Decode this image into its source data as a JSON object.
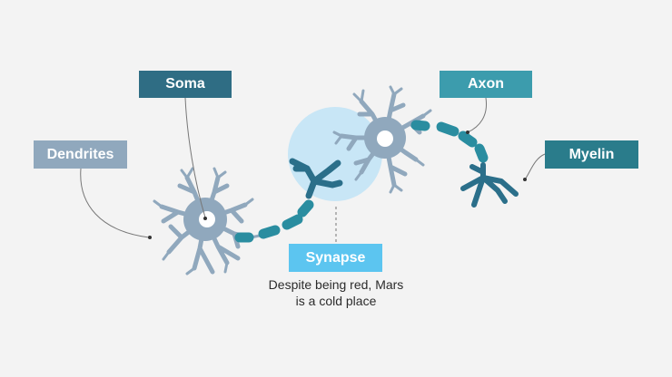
{
  "labels": {
    "soma": "Soma",
    "dendrites": "Dendrites",
    "axon": "Axon",
    "myelin": "Myelin",
    "synapse": "Synapse"
  },
  "caption_line1": "Despite being red, Mars",
  "caption_line2": "is a cold place",
  "colors": {
    "background": "#f3f3f3",
    "neuron_body": "#90a8bd",
    "nucleus": "#ffffff",
    "myelin_segment": "#2a8da0",
    "axon_terminal": "#2b6f8a",
    "synapse_highlight": "#bfe3f6",
    "soma_label": "#2f6d84",
    "dendrites_label": "#90a8bd",
    "axon_label": "#3c9cad",
    "myelin_label": "#2a7c8b",
    "synapse_label": "#5cc5f0"
  }
}
